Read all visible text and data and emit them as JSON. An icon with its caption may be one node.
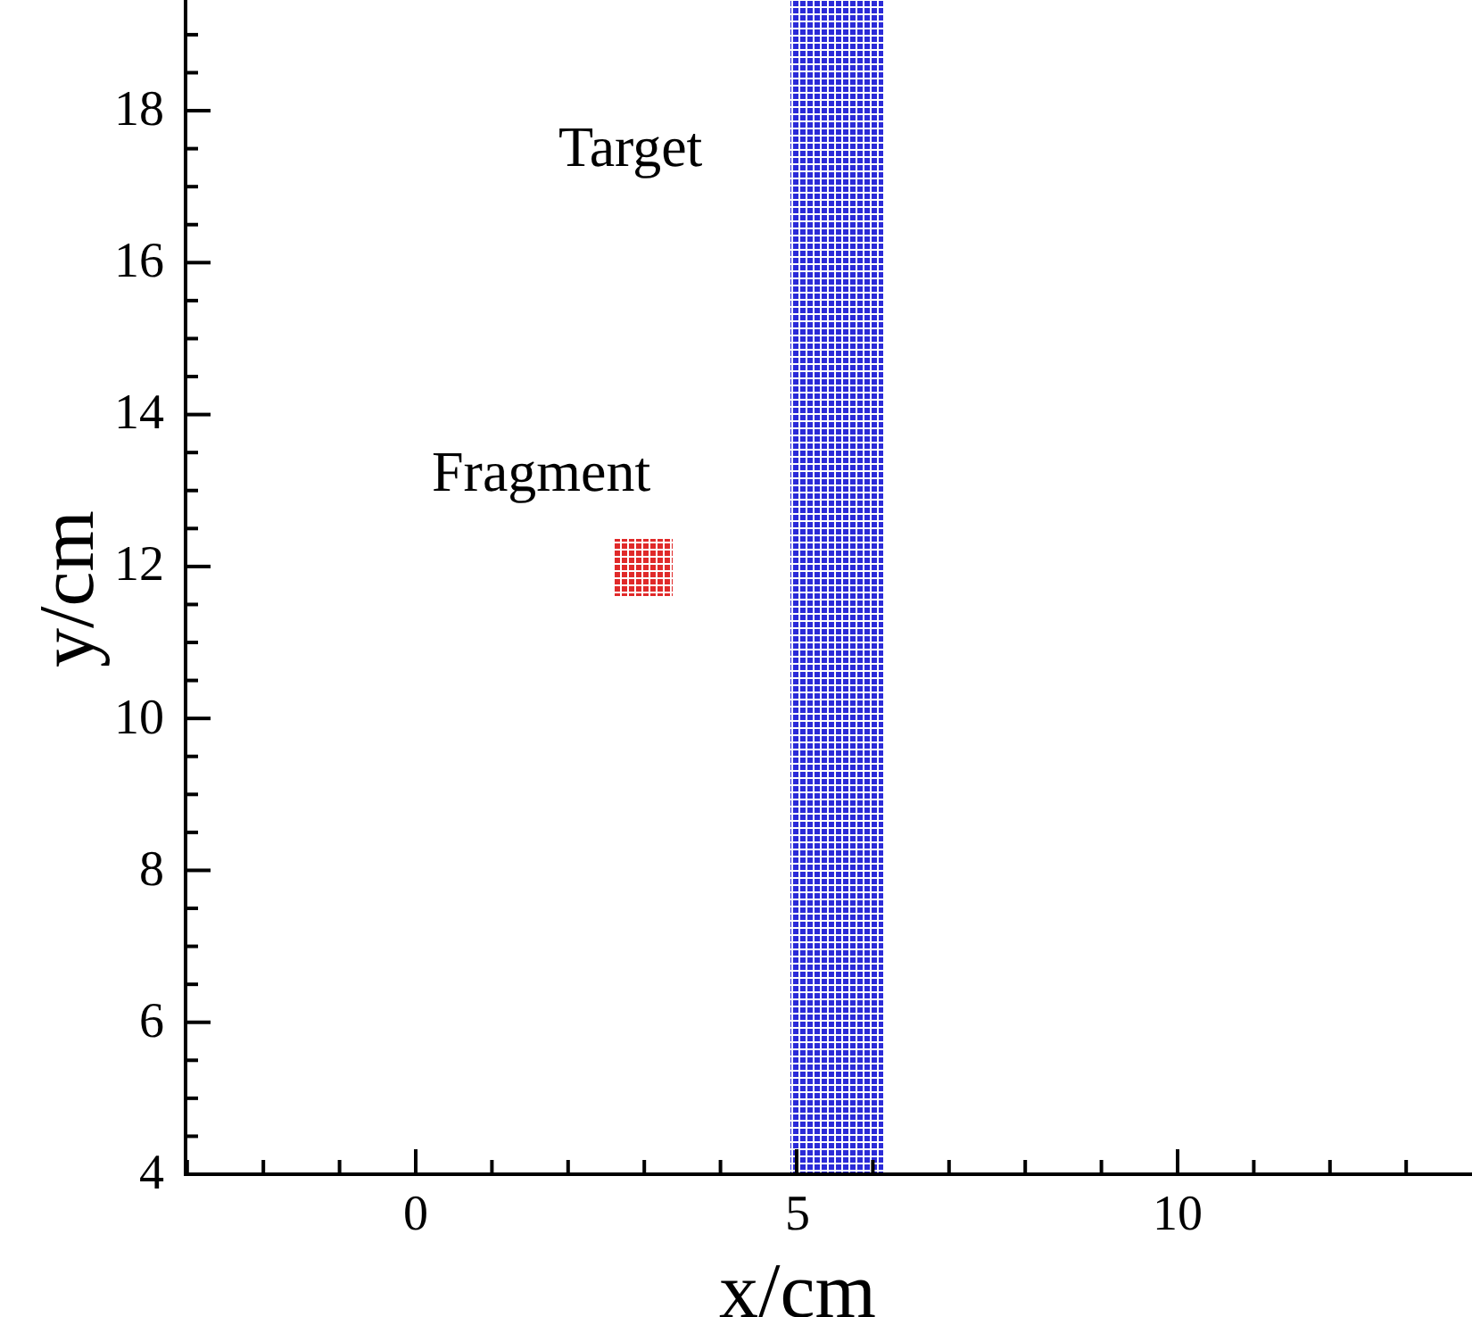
{
  "diagram": {
    "labels": [
      "Target",
      "Fragment",
      "18",
      "16",
      "14",
      "12",
      "10",
      "8",
      "6",
      "4",
      "0",
      "5",
      "10",
      "y/cm",
      "x/cm"
    ]
  }
}
